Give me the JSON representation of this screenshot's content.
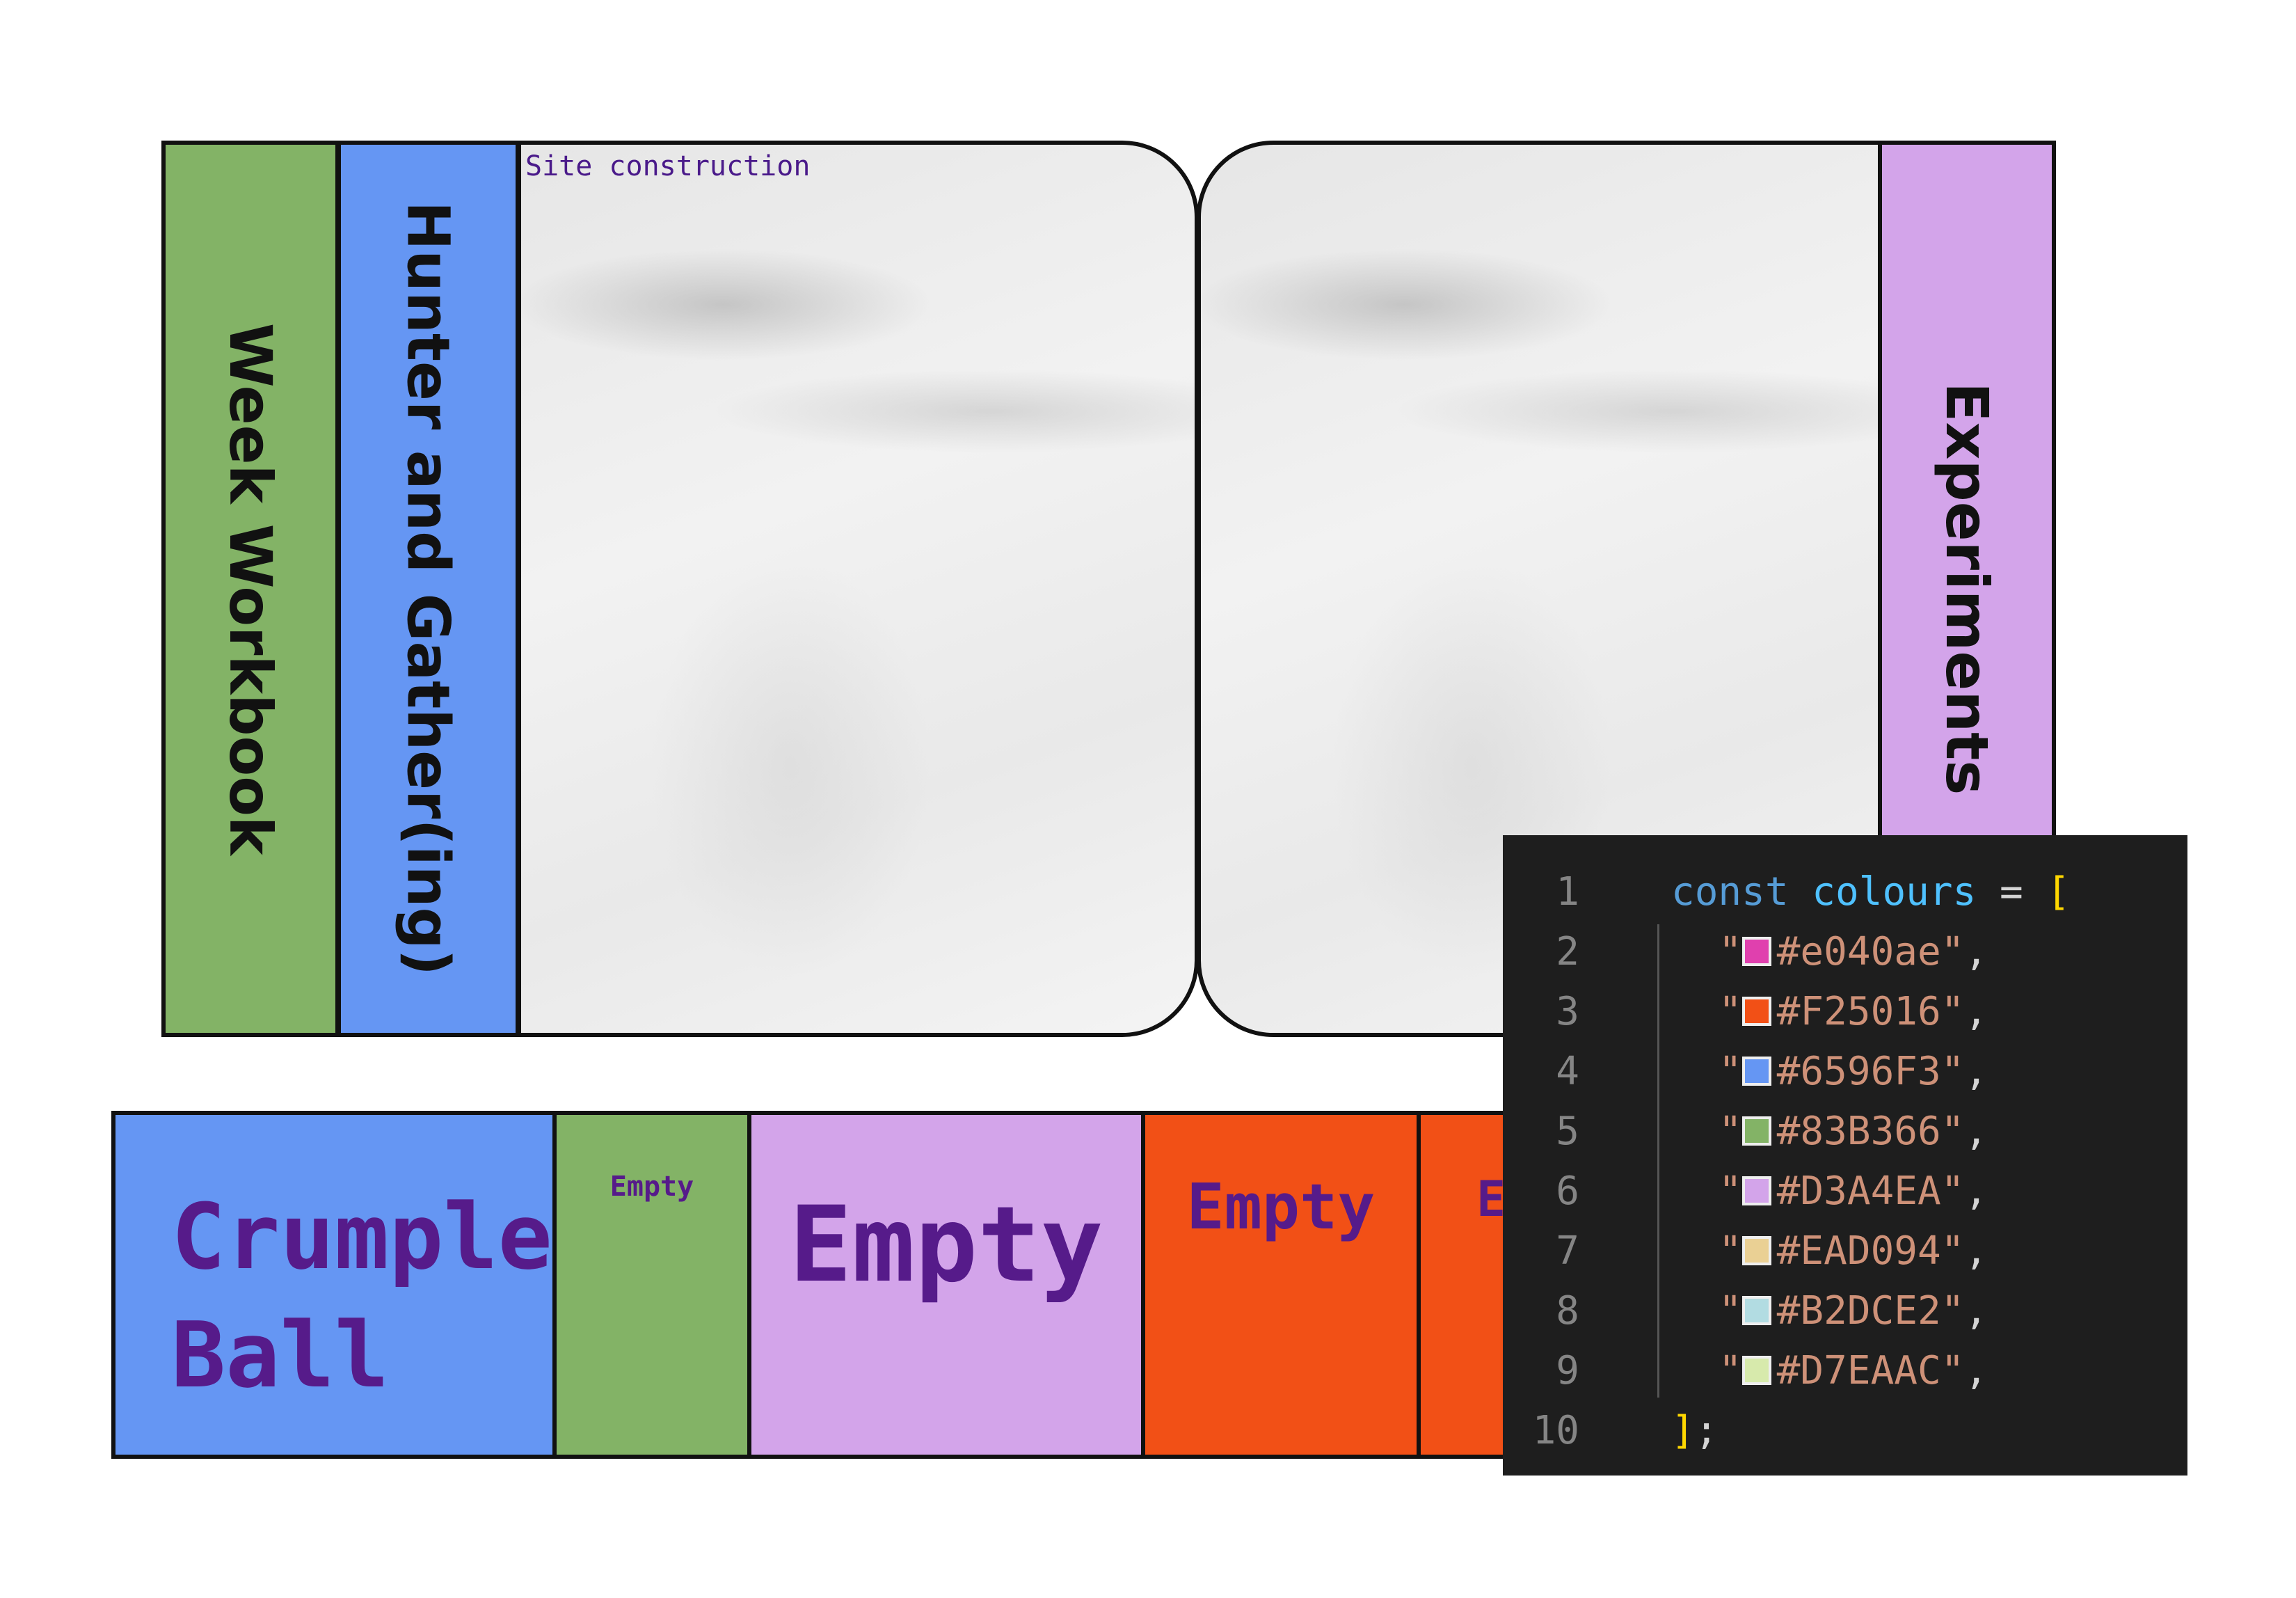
{
  "book": {
    "spines": [
      "Week Workbook",
      "Hunter and Gather(ing)",
      "Experiments"
    ],
    "page_label": "Site construction"
  },
  "shelf": [
    "Crumple Ball",
    "Empty",
    "Empty",
    "Empty",
    "E"
  ],
  "code": {
    "line_numbers": [
      "1",
      "2",
      "3",
      "4",
      "5",
      "6",
      "7",
      "8",
      "9",
      "10"
    ],
    "decl_keyword": "const",
    "decl_name": "colours",
    "op": "=",
    "open": "[",
    "close": "]",
    "semi": ";",
    "colours": [
      "#e040ae",
      "#F25016",
      "#6596F3",
      "#83B366",
      "#D3A4EA",
      "#EAD094",
      "#B2DCE2",
      "#D7EAAC"
    ]
  },
  "palette": {
    "green": "#83B366",
    "blue": "#6596F3",
    "purple": "#D3A4EA",
    "orange": "#F25016"
  }
}
